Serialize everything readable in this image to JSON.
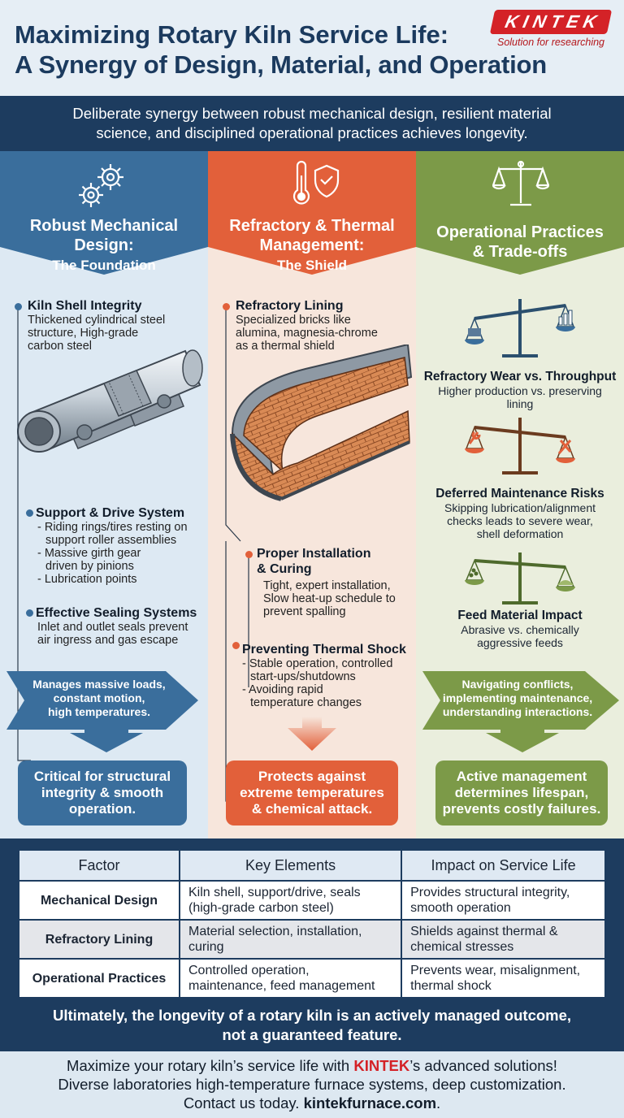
{
  "header": {
    "title_line1": "Maximizing Rotary Kiln Service Life:",
    "title_line2": "A Synergy of Design, Material, and Operation",
    "logo_text": "KINTEK",
    "logo_tagline": "Solution for researching"
  },
  "intro": {
    "line1": "Deliberate synergy between robust mechanical design, resilient material",
    "line2": "science, and disciplined operational practices achieves longevity."
  },
  "colors": {
    "navy": "#1d3c5f",
    "blue": "#3a6e9c",
    "orange": "#e2603a",
    "green": "#7c9a48",
    "kintek_red": "#d42227"
  },
  "columns": [
    {
      "icon": "gears-icon",
      "title_line1": "Robust Mechanical",
      "title_line2": "Design:",
      "subtitle": "The Foundation",
      "sections": [
        {
          "heading": "Kiln Shell Integrity",
          "lines": [
            "Thickened cylindrical steel",
            "structure, High-grade",
            "carbon steel"
          ]
        },
        {
          "heading": "Support & Drive System",
          "lines": [
            "- Riding rings/tires resting on",
            "support roller assemblies",
            "- Massive girth gear",
            "driven by pinions",
            "- Lubrication points"
          ]
        },
        {
          "heading": "Effective Sealing Systems",
          "lines": [
            "Inlet and outlet seals prevent",
            "air ingress and gas escape"
          ]
        }
      ],
      "flow": [
        "Manages massive loads,",
        "constant motion,",
        "high temperatures."
      ],
      "result": [
        "Critical for structural",
        "integrity & smooth",
        "operation."
      ]
    },
    {
      "icon": "thermometer-shield-icon",
      "title_line1": "Refractory & Thermal",
      "title_line2": "Management:",
      "subtitle": "The Shield",
      "sections": [
        {
          "heading": "Refractory Lining",
          "lines": [
            "Specialized bricks like",
            "alumina, magnesia-chrome",
            "as a thermal shield"
          ]
        },
        {
          "heading_lines": [
            "Proper Installation",
            "& Curing"
          ],
          "lines": [
            "Tight, expert installation,",
            "Slow heat-up schedule to",
            "prevent spalling"
          ]
        },
        {
          "heading": "Preventing Thermal Shock",
          "lines": [
            "- Stable operation, controlled",
            "start-ups/shutdowns",
            "- Avoiding rapid",
            "temperature changes"
          ]
        }
      ],
      "result": [
        "Protects against",
        "extreme temperatures",
        "& chemical attack."
      ]
    },
    {
      "icon": "balance-scale-icon",
      "title_line1": "Operational Practices",
      "title_line2": "& Trade-offs",
      "tradeoffs": [
        {
          "heading": "Refractory Wear vs. Throughput",
          "lines": [
            "Higher production vs. preserving",
            "lining"
          ]
        },
        {
          "heading": "Deferred Maintenance Risks",
          "lines": [
            "Skipping lubrication/alignment",
            "checks leads to severe wear,",
            "shell deformation"
          ]
        },
        {
          "heading": "Feed Material Impact",
          "lines": [
            "Abrasive vs. chemically",
            "aggressive feeds"
          ]
        }
      ],
      "flow": [
        "Navigating conflicts,",
        "implementing maintenance,",
        "understanding interactions."
      ],
      "result": [
        "Active management",
        "determines lifespan,",
        "prevents costly failures."
      ]
    }
  ],
  "table": {
    "headers": [
      "Factor",
      "Key Elements",
      "Impact on Service Life"
    ],
    "rows": [
      {
        "factor": "Mechanical Design",
        "elements": [
          "Kiln shell, support/drive, seals",
          "(high-grade carbon steel)"
        ],
        "impact": [
          "Provides structural integrity,",
          "smooth operation"
        ]
      },
      {
        "factor": "Refractory Lining",
        "elements": [
          "Material selection, installation,",
          "curing"
        ],
        "impact": [
          "Shields against thermal &",
          "chemical stresses"
        ]
      },
      {
        "factor": "Operational Practices",
        "elements": [
          "Controlled operation,",
          "maintenance, feed management"
        ],
        "impact": [
          "Prevents wear, misalignment,",
          "thermal shock"
        ]
      }
    ]
  },
  "conclusion": {
    "line1": "Ultimately, the longevity of a rotary kiln is an actively managed outcome,",
    "line2": "not a guaranteed feature."
  },
  "footer": {
    "line1_pre": "Maximize your rotary kiln’s service life with ",
    "brand": "KINTEK",
    "line1_post": "’s advanced solutions!",
    "line2": "Diverse laboratories high-temperature furnace systems, deep customization.",
    "line3_pre": "Contact us today. ",
    "url": "kintekfurnace.com",
    "line3_post": "."
  }
}
